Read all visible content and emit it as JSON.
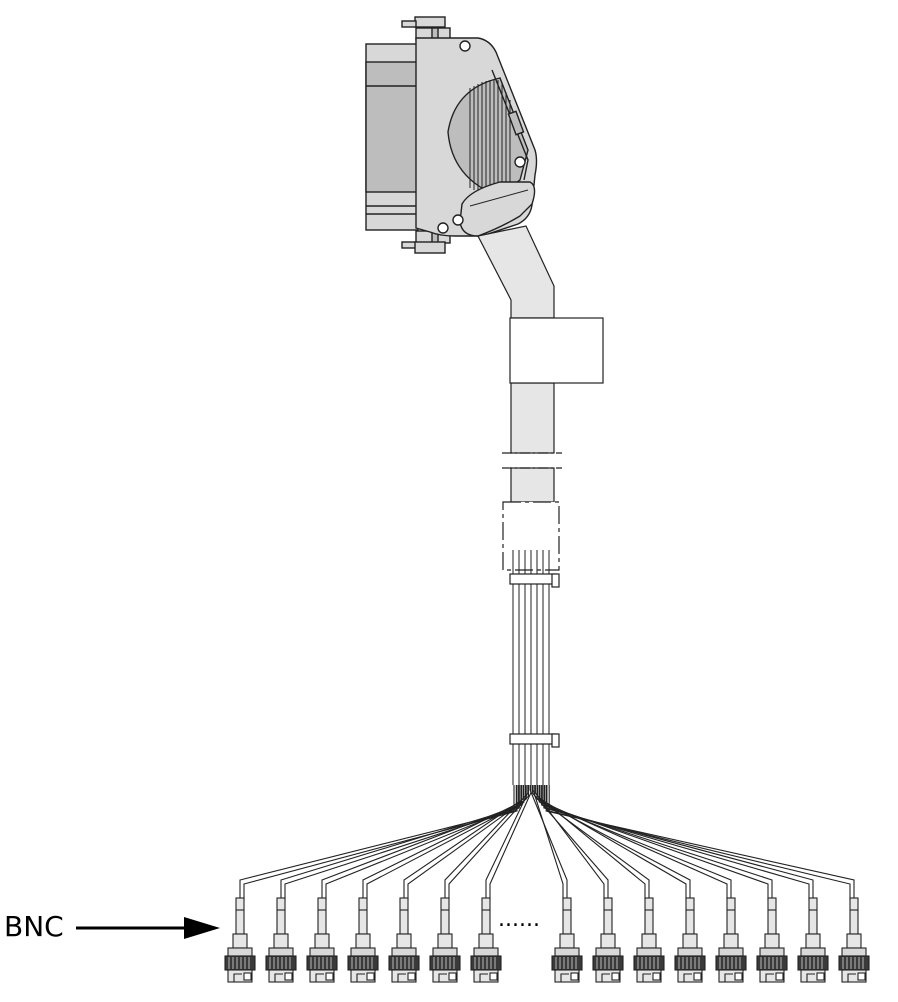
{
  "callout": {
    "label": "BNC"
  },
  "connectors": {
    "left_count": 7,
    "right_count": 8,
    "ellipsis": "......"
  },
  "colors": {
    "housing": "#d8d8d8",
    "housing_dark": "#a9a9a9",
    "outline": "#222222",
    "cable": "#e6e6e6"
  }
}
